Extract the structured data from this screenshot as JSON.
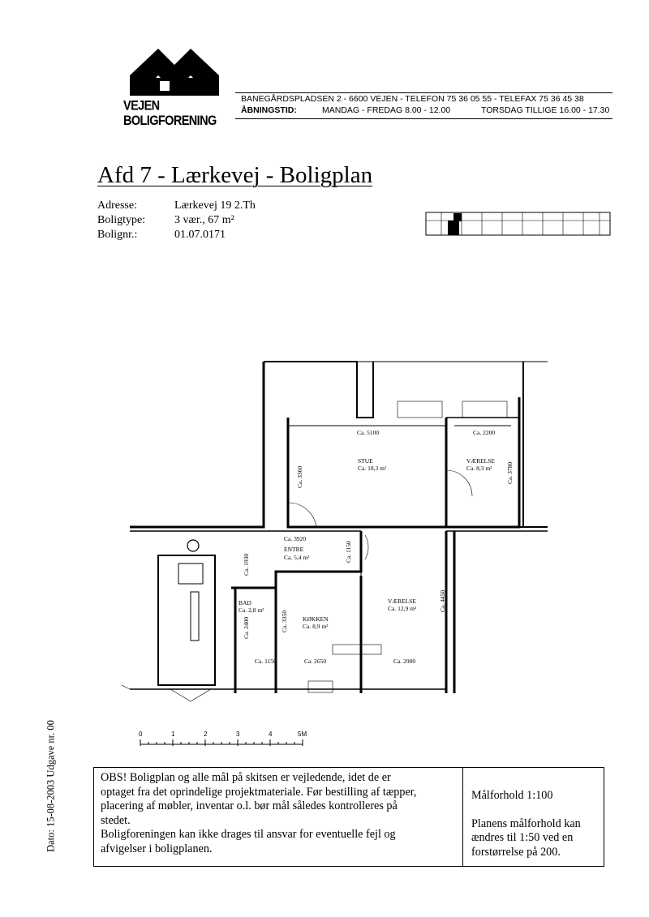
{
  "logo": {
    "name": "VEJEN BOLIGFORENING"
  },
  "header": {
    "address_line": "BANEGÅRDSPLADSEN 2 - 6600 VEJEN - TELEFON 75 36 05 55 - TELEFAX 75 36 45 38",
    "hours_label": "ÅBNINGSTID:",
    "hours_weekdays": "MANDAG - FREDAG 8.00 - 12.00",
    "hours_thursday": "TORSDAG TILLIGE 16.00 - 17.30"
  },
  "title": "Afd 7 - Lærkevej - Boligplan",
  "info": [
    {
      "label": "Adresse:",
      "value": "Lærkevej 19 2.Th"
    },
    {
      "label": "Boligtype:",
      "value": "3 vær., 67 m²"
    },
    {
      "label": "Bolignr.:",
      "value": "01.07.0171"
    }
  ],
  "plan": {
    "stue": {
      "name": "STUE",
      "area": "Ca. 18,3 m²"
    },
    "vaerelse1": {
      "name": "VÆRELSE",
      "area": "Ca. 8,3 m²"
    },
    "entre": {
      "name": "ENTRE",
      "area": "Ca. 5,4 m²"
    },
    "bad": {
      "name": "BAD",
      "area": "Ca. 2,8 m²"
    },
    "koekken": {
      "name": "KØKKEN",
      "area": "Ca. 8,9 m²"
    },
    "vaerelse2": {
      "name": "VÆRELSE",
      "area": "Ca. 12,9 m²"
    },
    "dims": {
      "d5100": "Ca. 5100",
      "d2200": "Ca. 2200",
      "d3360": "Ca. 3360",
      "d3780": "Ca. 3780",
      "d3920": "Ca. 3920",
      "d1150a": "Ca. 1150",
      "d1930": "Ca. 1930",
      "d3350": "Ca. 3350",
      "d2400": "Ca. 2400",
      "d4450": "Ca. 4450",
      "d1150b": "Ca. 1150",
      "d2650": "Ca. 2650",
      "d2900": "Ca. 2900"
    }
  },
  "scale_bar": {
    "ticks": [
      "0",
      "1",
      "2",
      "3",
      "4",
      "5M"
    ]
  },
  "note": {
    "lines": [
      "OBS! Boligplan og alle mål på skitsen er vejledende, idet de er",
      "optaget fra det oprindelige projektmateriale. Før bestilling af tæpper,",
      "placering af møbler, inventar o.l. bør mål således kontrolleres på",
      "stedet.",
      "Boligforeningen kan ikke drages til ansvar for eventuelle fejl og",
      "afvigelser i boligplanen."
    ],
    "scale": "Målforhold 1:100",
    "scale_note_lines": [
      "Planens målforhold kan",
      "ændres til 1:50 ved en",
      "forstørrelse på 200."
    ]
  },
  "datestamp": "Dato: 15-08-2003  Udgave nr. 00"
}
